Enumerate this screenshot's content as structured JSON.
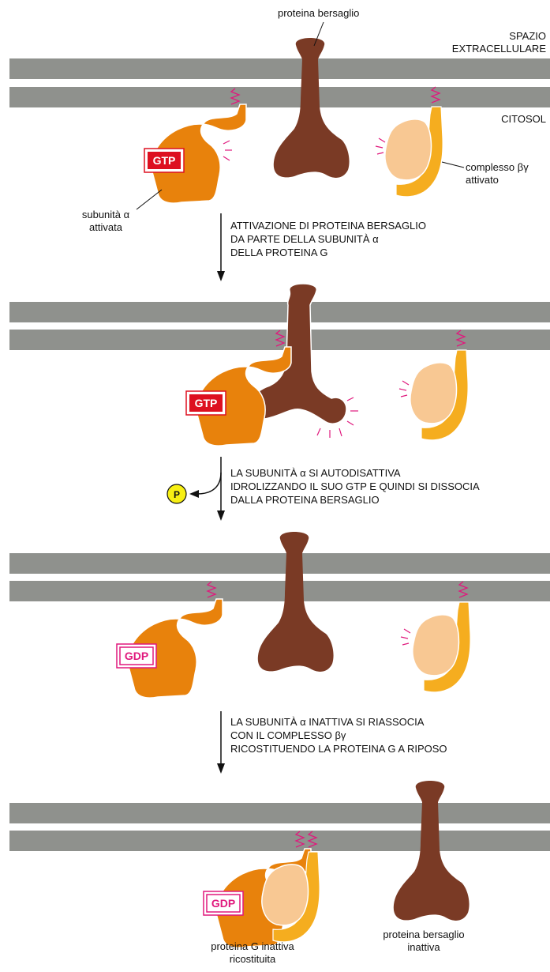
{
  "labels": {
    "target_protein": "proteina bersaglio",
    "extracellular": [
      "SPAZIO",
      "EXTRACELLULARE"
    ],
    "cytosol": "CITOSOL",
    "activated_alpha": [
      "subunità α",
      "attivata"
    ],
    "activated_beta_gamma": [
      "complesso βγ",
      "attivato"
    ],
    "inactive_g_protein": [
      "proteina G inattiva",
      "ricostituita"
    ],
    "inactive_target": [
      "proteina bersaglio",
      "inattiva"
    ]
  },
  "badges": {
    "gtp": "GTP",
    "gdp": "GDP",
    "phosphate": "P"
  },
  "steps": [
    [
      "ATTIVAZIONE DI PROTEINA BERSAGLIO",
      "DA PARTE DELLA SUBUNITÀ α",
      "DELLA PROTEINA G"
    ],
    [
      "LA SUBUNITÀ α SI AUTODISATTIVA",
      "IDROLIZZANDO IL SUO GTP E QUINDI SI DISSOCIA",
      "DALLA PROTEINA BERSAGLIO"
    ],
    [
      "LA SUBUNITÀ α INATTIVA SI RIASSOCIA",
      "CON IL COMPLESSO βγ",
      "RICOSTITUENDO LA PROTEINA G A RIPOSO"
    ]
  ],
  "colors": {
    "membrane": "#8f918d",
    "alpha": "#e8820c",
    "beta_gamma": "#f5ad1f",
    "beta_gamma_inner": "#f8c893",
    "target": "#7a3a25",
    "gtp": "#dd1020",
    "gdp": "#e0197d",
    "phosphate": "#f7ef13",
    "activation_ticks": "#e0197d"
  }
}
